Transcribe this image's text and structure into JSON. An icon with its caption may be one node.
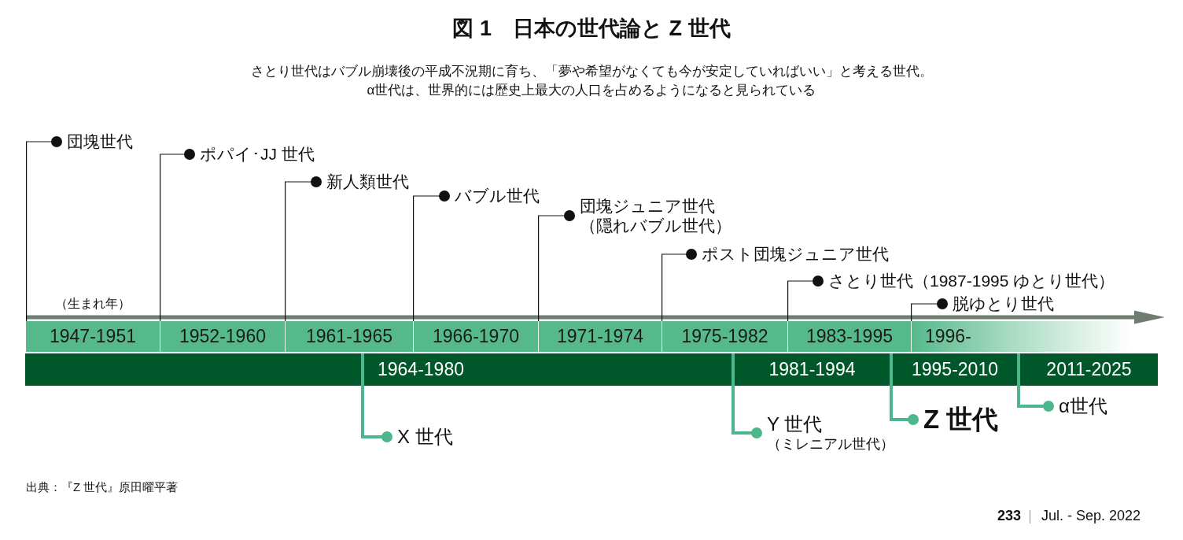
{
  "diagram": {
    "title": "図 1　日本の世代論と Z 世代",
    "nodes": [
      {
        "text": [
          "団塊世代"
        ]
      },
      {
        "text": [
          "ポパイ･JJ 世代"
        ]
      },
      {
        "text": [
          "新人類世代"
        ]
      },
      {
        "text": [
          "バブル世代"
        ]
      },
      {
        "text": [
          "団塊ジュニア世代",
          "（隠れバブル世代）"
        ]
      },
      {
        "text": [
          "ポスト団塊ジュニア世代"
        ]
      },
      {
        "text": [
          "さとり世代（1987-1995 ゆとり世代）"
        ]
      },
      {
        "text": [
          "脱ゆとり世代"
        ]
      },
      {
        "text": [
          "1947-1951"
        ]
      },
      {
        "text": [
          "1952-1960"
        ]
      },
      {
        "text": [
          "1961-1965"
        ]
      },
      {
        "text": [
          "1966-1970"
        ]
      },
      {
        "text": [
          "1971-1974"
        ]
      },
      {
        "text": [
          "1975-1982"
        ]
      },
      {
        "text": [
          "1983-1995"
        ]
      },
      {
        "text": [
          "1996-"
        ]
      },
      {
        "text": [
          "1964-1980"
        ]
      },
      {
        "text": [
          "1981-1994"
        ]
      },
      {
        "text": [
          "1995-2010"
        ]
      },
      {
        "text": [
          "2011-2025"
        ]
      },
      {
        "text": [
          "X 世代"
        ]
      },
      {
        "text": [
          "Y 世代",
          "（ミレニアル世代）"
        ]
      },
      {
        "text": [
          "Z 世代"
        ]
      },
      {
        "text": [
          "α世代"
        ]
      }
    ],
    "edges": [
      {
        "from": 0,
        "to": 8,
        "arrow": "other"
      },
      {
        "from": 1,
        "to": 9,
        "arrow": "other"
      },
      {
        "from": 2,
        "to": 10,
        "arrow": "other"
      },
      {
        "from": 3,
        "to": 11,
        "arrow": "other"
      },
      {
        "from": 4,
        "to": 12,
        "arrow": "other"
      },
      {
        "from": 5,
        "to": 13,
        "arrow": "other"
      },
      {
        "from": 6,
        "to": 14,
        "arrow": "other"
      },
      {
        "from": 7,
        "to": 15,
        "arrow": "other"
      },
      {
        "from": 20,
        "to": 16,
        "arrow": "other",
        "style": "thick",
        "color": "#4db68c"
      },
      {
        "from": 21,
        "to": 17,
        "arrow": "other",
        "style": "thick",
        "color": "#4db68c"
      },
      {
        "from": 22,
        "to": 18,
        "arrow": "other",
        "style": "thick",
        "color": "#4db68c"
      },
      {
        "from": 23,
        "to": 19,
        "arrow": "other",
        "style": "thick",
        "color": "#4db68c"
      }
    ],
    "labels": [
      "さとり世代はバブル崩壊後の平成不況期に育ち、「夢や希望がなくても今が安定していればいい」と考える世代。",
      "α世代は、世界的には歴史上最大の人口を占めるようになると見られている",
      "（生まれ年）",
      "出典：『Z 世代』原田曜平著",
      "233",
      "Jul. - Sep. 2022"
    ]
  }
}
